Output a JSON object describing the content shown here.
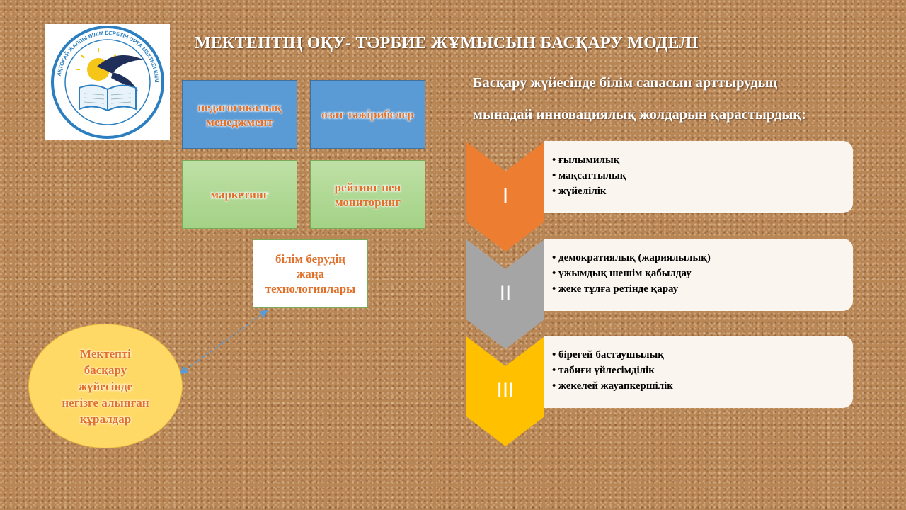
{
  "title": "МЕКТЕПТІҢ ОҚУ- ТӘРБИЕ ЖҰМЫСЫН БАСҚАРУ МОДЕЛІ",
  "subtitle": "Басқару жүйесінде білім сапасын арттырудың\nмынадай инновациялық  жолдарын қарастырдық:",
  "logo": {
    "ring_text": "АҚТОҒАЙ ЖАЛПЫ БІЛІМ БЕРЕТІН ОРТА МЕКТЕБІ КММ",
    "icon": "swallow-book-emblem"
  },
  "boxes": [
    {
      "id": "pedagogical-management",
      "label": "педагогикалық менеджмент",
      "style": "blue"
    },
    {
      "id": "best-practice",
      "label": "озат тәжірибелер",
      "style": "blue"
    },
    {
      "id": "marketing",
      "label": "маркетинг",
      "style": "green"
    },
    {
      "id": "rating-monitoring",
      "label": "рейтинг  пен мониторинг",
      "style": "green"
    },
    {
      "id": "new-technologies",
      "label": "білім берудің жаңа технологиялары",
      "style": "white"
    }
  ],
  "oval": {
    "label": "Мектепті басқару жүйесінде негізге алынған құралдар"
  },
  "steps": [
    {
      "numeral": "I",
      "color": "#ed7d31",
      "items": [
        "ғылымилық",
        "мақсаттылық",
        "жүйелілік"
      ]
    },
    {
      "numeral": "II",
      "color": "#a5a5a5",
      "items": [
        "демократиялық (жариялылық)",
        "ұжымдық шешім қабылдау",
        "жеке тұлға ретінде қарау"
      ]
    },
    {
      "numeral": "III",
      "color": "#ffc000",
      "items": [
        "бірегей бастаушылық",
        "табиғи үйлесімділік",
        "жекелей жауапкершілік"
      ]
    }
  ],
  "connector_color": "#5b9bd5"
}
